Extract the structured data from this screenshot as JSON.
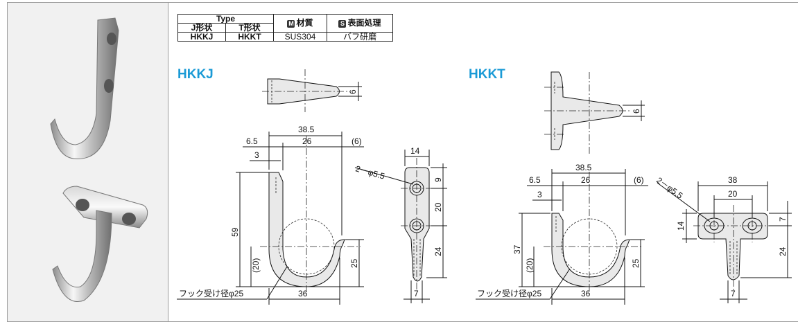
{
  "spec_table": {
    "type_header": "Type",
    "j_shape": "J形状",
    "t_shape": "T形状",
    "material_badge": "M",
    "material_header": "材質",
    "surface_badge": "S",
    "surface_header": "表面処理",
    "row": {
      "j": "HKKJ",
      "t": "HKKT",
      "material": "SUS304",
      "surface": "バフ研磨"
    }
  },
  "hkkj": {
    "title": "HKKJ",
    "dims": {
      "top_thickness": "6",
      "overall": "38.5",
      "left_offset": "6.5",
      "inner_width": "26",
      "tip_gap": "(6)",
      "wall": "3",
      "height": "59",
      "lower": "(20)",
      "tip_height": "25",
      "hook_label": "フック受け径φ25",
      "bottom_width": "36",
      "side_width": "14",
      "holes": "2－φ5.5",
      "hole_top": "9",
      "hole_pitch": "20",
      "stem": "24",
      "stem_width": "7"
    }
  },
  "hkkt": {
    "title": "HKKT",
    "dims": {
      "top_thickness": "6",
      "overall": "38.5",
      "left_offset": "6.5",
      "inner_width": "26",
      "tip_gap": "(6)",
      "wall": "3",
      "height": "37",
      "lower": "(20)",
      "tip_height": "25",
      "hook_label": "フック受け径φ25",
      "bottom_width": "36",
      "plate_width": "38",
      "hole_pitch": "20",
      "holes": "2－φ5.5",
      "plate_height": "14",
      "hole_offset": "7",
      "stem": "24",
      "stem_width": "7"
    }
  }
}
